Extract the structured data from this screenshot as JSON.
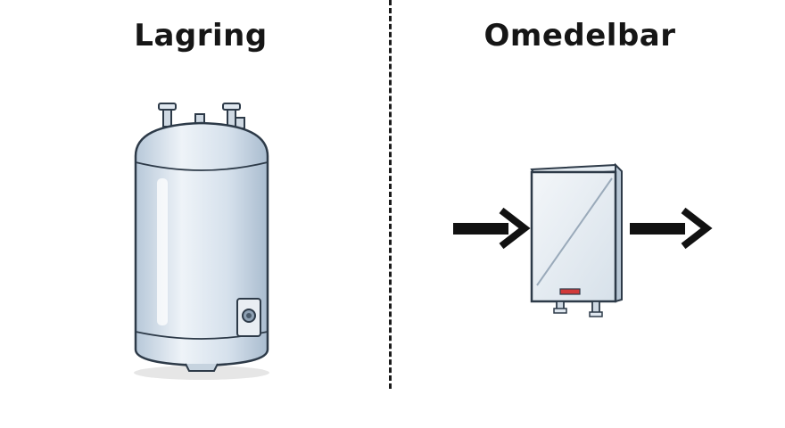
{
  "diagram": {
    "left_panel": {
      "title": "Lagring",
      "device": "storage-tank"
    },
    "right_panel": {
      "title": "Omedelbar",
      "device": "tankless-heater"
    }
  },
  "colors": {
    "tank_body": "#d8e3ee",
    "tank_shadow": "#9fb2c6",
    "outline": "#2d3a48",
    "arrow": "#111111",
    "indicator": "#d23a3a",
    "divider": "#1a1a1a"
  }
}
